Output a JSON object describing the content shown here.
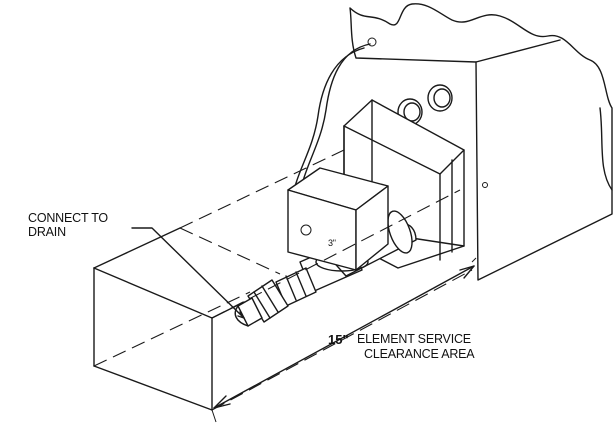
{
  "labels": {
    "connect_line1": "CONNECT TO",
    "connect_line2": "DRAIN",
    "dimension": "15\"",
    "element_line1": "ELEMENT SERVICE",
    "element_line2": "CLEARANCE AREA",
    "small_mark": "3\""
  },
  "colors": {
    "line": "#1a1a1a",
    "background": "#ffffff"
  }
}
